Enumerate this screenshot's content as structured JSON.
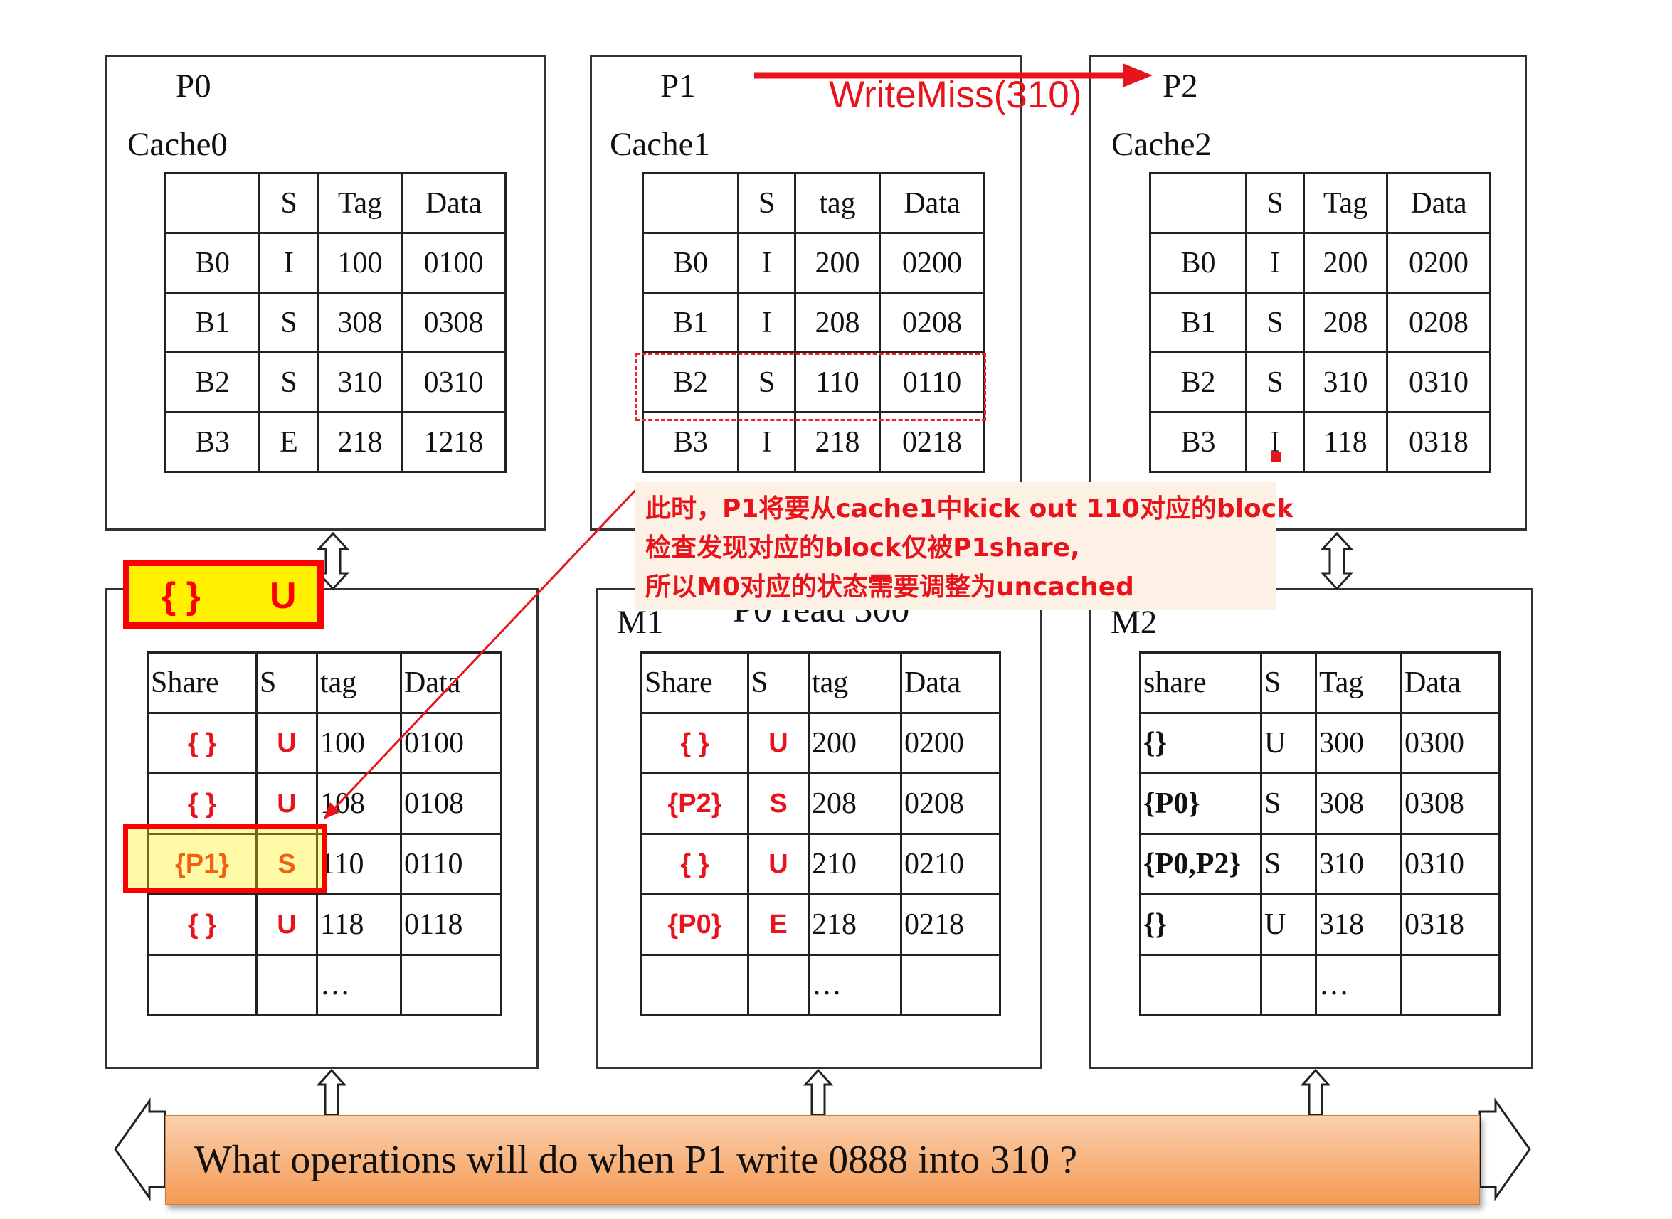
{
  "processors": [
    {
      "title": "P0",
      "cache": "Cache0",
      "headers": [
        "",
        "S",
        "Tag",
        "Data"
      ],
      "rows": [
        [
          "B0",
          "I",
          "100",
          "0100"
        ],
        [
          "B1",
          "S",
          "308",
          "0308"
        ],
        [
          "B2",
          "S",
          "310",
          "0310"
        ],
        [
          "B3",
          "E",
          "218",
          "1218"
        ]
      ]
    },
    {
      "title": "P1",
      "cache": "Cache1",
      "headers": [
        "",
        "S",
        "tag",
        "Data"
      ],
      "rows": [
        [
          "B0",
          "I",
          "200",
          "0200"
        ],
        [
          "B1",
          "I",
          "208",
          "0208"
        ],
        [
          "B2",
          "S",
          "110",
          "0110"
        ],
        [
          "B3",
          "I",
          "218",
          "0218"
        ]
      ]
    },
    {
      "title": "P2",
      "cache": "Cache2",
      "headers": [
        "",
        "S",
        "Tag",
        "Data"
      ],
      "rows": [
        [
          "B0",
          "I",
          "200",
          "0200"
        ],
        [
          "B1",
          "S",
          "208",
          "0208"
        ],
        [
          "B2",
          "S",
          "310",
          "0310"
        ],
        [
          "B3",
          "I",
          "118",
          "0318"
        ]
      ]
    }
  ],
  "memories": [
    {
      "title": "M0",
      "headers": [
        "Share",
        "S",
        "tag",
        "Data"
      ],
      "rows": [
        [
          "{ }",
          "U",
          "100",
          "0100"
        ],
        [
          "{ }",
          "U",
          "108",
          "0108"
        ],
        [
          "{P1}",
          "S",
          "110",
          "0110"
        ],
        [
          "{ }",
          "U",
          "118",
          "0118"
        ],
        [
          "",
          "",
          "…",
          ""
        ]
      ]
    },
    {
      "title": "M1",
      "headers": [
        "Share",
        "S",
        "tag",
        "Data"
      ],
      "rows": [
        [
          "{ }",
          "U",
          "200",
          "0200"
        ],
        [
          "{P2}",
          "S",
          "208",
          "0208"
        ],
        [
          "{ }",
          "U",
          "210",
          "0210"
        ],
        [
          "{P0}",
          "E",
          "218",
          "0218"
        ],
        [
          "",
          "",
          "…",
          ""
        ]
      ]
    },
    {
      "title": "M2",
      "headers": [
        "share",
        "S",
        "Tag",
        "Data"
      ],
      "rows": [
        [
          "{}",
          "U",
          "300",
          "0300"
        ],
        [
          "{P0}",
          "S",
          "308",
          "0308"
        ],
        [
          "{P0,P2}",
          "S",
          "310",
          "0310"
        ],
        [
          "{}",
          "U",
          "318",
          "0318"
        ],
        [
          "",
          "",
          "…",
          ""
        ]
      ]
    }
  ],
  "write_miss_label": "WriteMiss(310)",
  "callout_lines": [
    "此时，P1将要从cache1中kick out 110对应的block",
    "检查发现对应的block仅被P1share,",
    "所以M0对应的状态需要调整为uncached"
  ],
  "state_box": {
    "share": "{ }",
    "state": "U"
  },
  "behind_text": "P0 read 300",
  "question": "What operations will do when P1 write 0888 into 310 ?",
  "colors": {
    "annotation": "#e8141c",
    "highlight": "#fff100",
    "question_bar": "#f49a55"
  }
}
